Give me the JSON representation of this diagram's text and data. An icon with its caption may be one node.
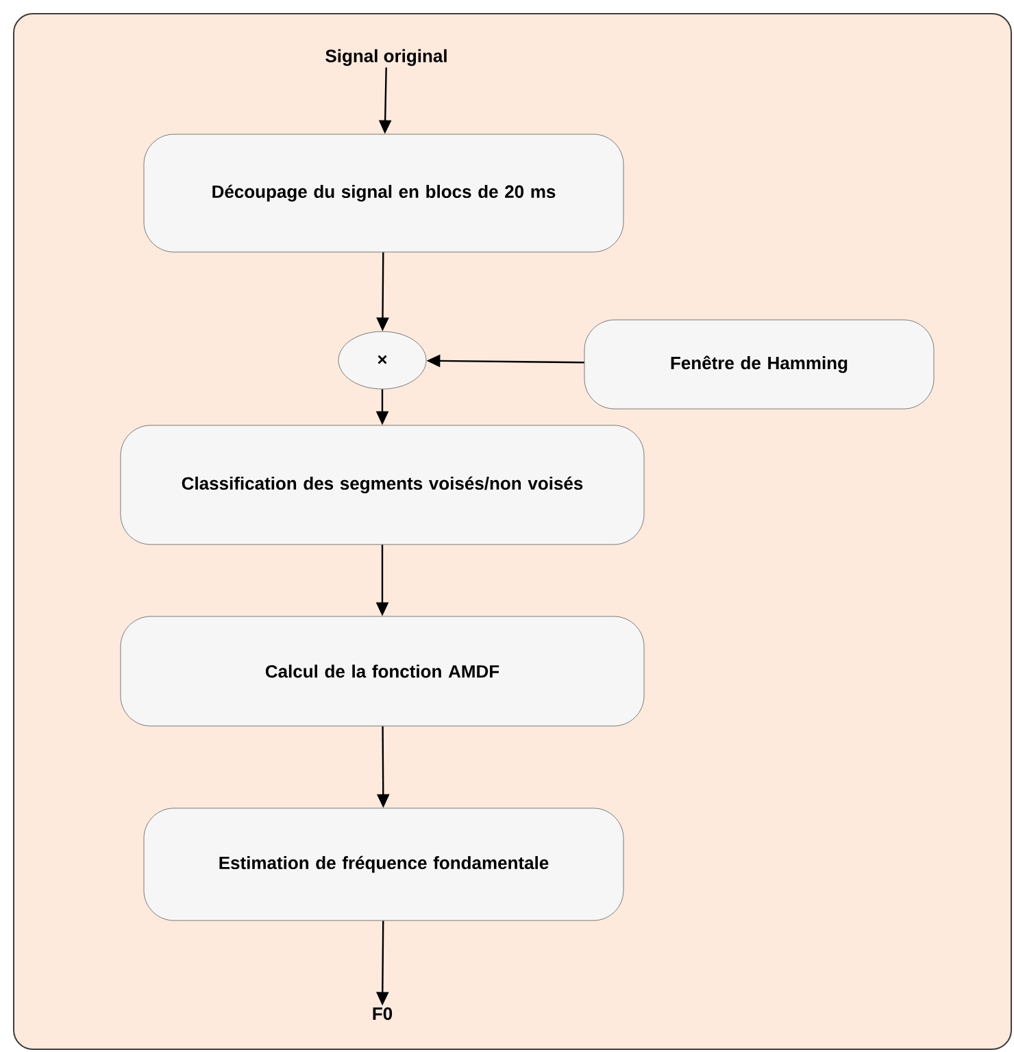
{
  "diagram": {
    "nodes": [
      {
        "text": [
          "Signal original"
        ]
      },
      {
        "text": [
          "Découpage du signal en blocs de 20 ms"
        ]
      },
      {
        "text": [
          "×"
        ]
      },
      {
        "text": [
          "Fenêtre de Hamming"
        ]
      },
      {
        "text": [
          "Classification des segments voisés/non voisés"
        ]
      },
      {
        "text": [
          "Calcul de la fonction AMDF"
        ]
      },
      {
        "text": [
          "Estimation de fréquence fondamentale"
        ]
      },
      {
        "text": [
          "F0"
        ]
      }
    ],
    "edges": [
      {
        "from": 0,
        "to": 1,
        "arrow": "to"
      },
      {
        "from": 1,
        "to": 2,
        "arrow": "to"
      },
      {
        "from": 3,
        "to": 2,
        "arrow": "to"
      },
      {
        "from": 2,
        "to": 4,
        "arrow": "to"
      },
      {
        "from": 4,
        "to": 5,
        "arrow": "to"
      },
      {
        "from": 5,
        "to": 6,
        "arrow": "to"
      },
      {
        "from": 6,
        "to": 7,
        "arrow": "to"
      }
    ]
  }
}
